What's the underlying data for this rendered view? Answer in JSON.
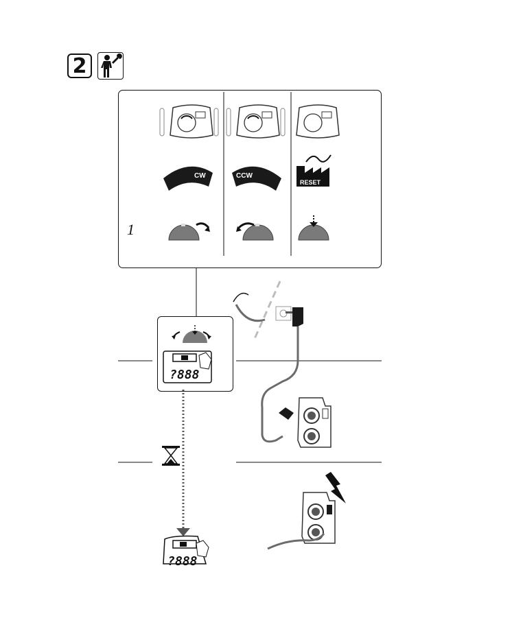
{
  "step": {
    "number": "2",
    "icon": "technician-wrench-icon"
  },
  "columns": [
    {
      "motion": "cw",
      "arc_label": "CW",
      "action": "rotate-clockwise"
    },
    {
      "motion": "ccw",
      "arc_label": "CCW",
      "action": "rotate-counterclockwise"
    },
    {
      "motion": "press",
      "arc_label": "RESET",
      "action": "press-knob"
    }
  ],
  "row_index_label": "1",
  "lcd": {
    "digits": "888",
    "prefix": "?"
  },
  "colors": {
    "ink": "#111111",
    "arc": "#1a1a1a",
    "knob": "#7a7a7a",
    "cable": "#6b6b6b",
    "dash": "#bdbdbd"
  }
}
